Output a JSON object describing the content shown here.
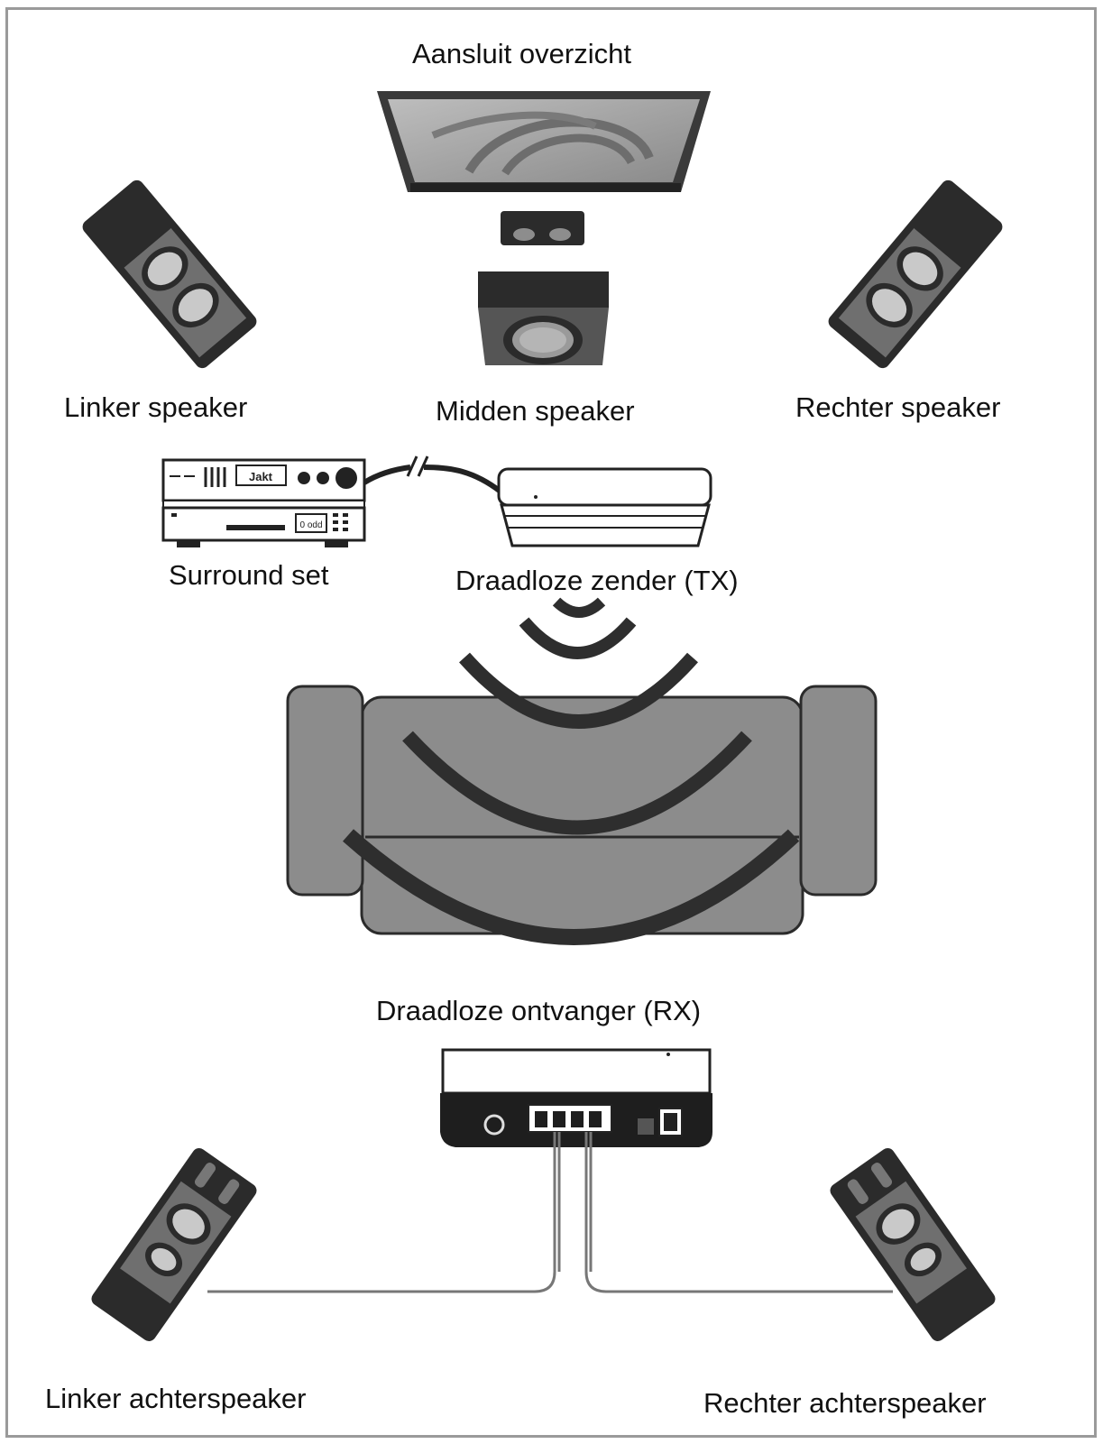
{
  "title": "Aansluit overzicht",
  "labels": {
    "left_speaker": "Linker speaker",
    "center_speaker": "Midden speaker",
    "right_speaker": "Rechter speaker",
    "surround_set": "Surround set",
    "transmitter": "Draadloze zender (TX)",
    "receiver": "Draadloze ontvanger (RX)",
    "left_rear": "Linker achterspeaker",
    "right_rear": "Rechter achterspeaker"
  },
  "device_text": {
    "amp_display": "Jakt",
    "player_display": "0 odd"
  },
  "colors": {
    "speaker_dark": "#2b2b2b",
    "speaker_body": "#6f6f6f",
    "sofa": "#8c8c8c",
    "wave": "#2e2e2e",
    "frame": "#9a9a9a"
  }
}
